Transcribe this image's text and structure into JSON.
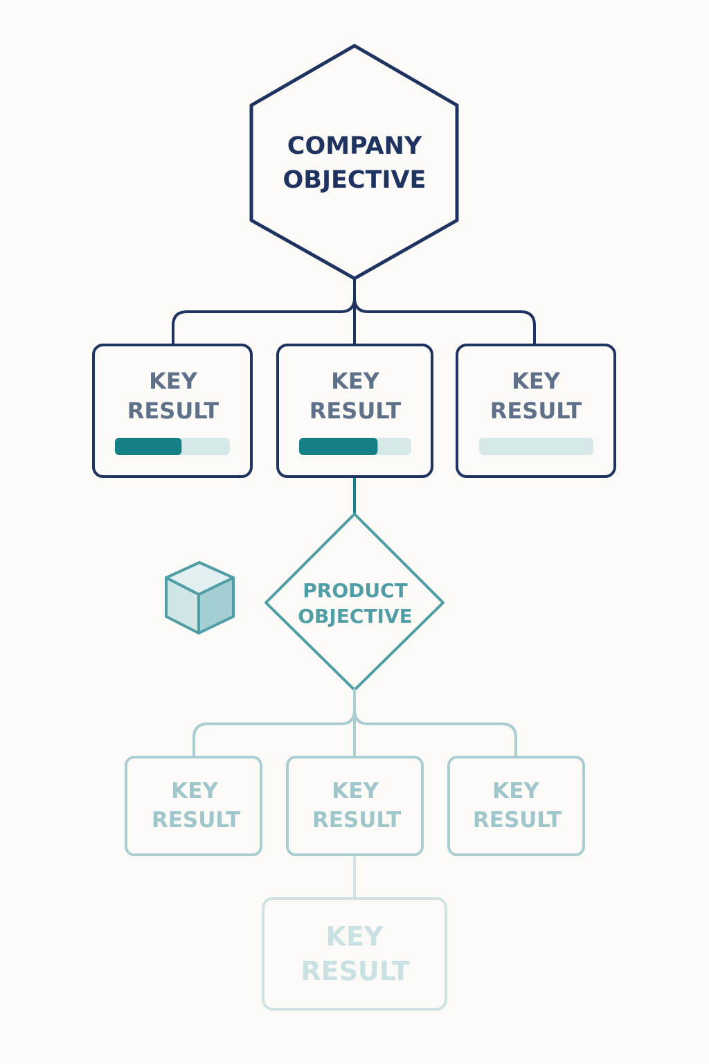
{
  "colors": {
    "background": "#fbfaf7",
    "navy": "#1f3360",
    "slate_text": "#5f7189",
    "teal": "#167f86",
    "teal_light": "#d7e8e9",
    "teal_mid": "#4f9ea6",
    "faded": "#a9cdd1",
    "faded_text": "#9fc6cb",
    "very_faded": "#cfe3e5",
    "very_faded_text": "#c9e1e3"
  },
  "company_objective": {
    "line1": "COMPANY",
    "line2": "OBJECTIVE"
  },
  "company_key_results": [
    {
      "line1": "KEY",
      "line2": "RESULT",
      "progress": 0.58
    },
    {
      "line1": "KEY",
      "line2": "RESULT",
      "progress": 0.7
    },
    {
      "line1": "KEY",
      "line2": "RESULT",
      "progress": 0.0
    }
  ],
  "product_objective": {
    "line1": "PRODUCT",
    "line2": "OBJECTIVE",
    "icon": "cube-icon"
  },
  "product_key_results": [
    {
      "line1": "KEY",
      "line2": "RESULT"
    },
    {
      "line1": "KEY",
      "line2": "RESULT"
    },
    {
      "line1": "KEY",
      "line2": "RESULT"
    }
  ],
  "sub_key_result": {
    "line1": "KEY",
    "line2": "RESULT"
  }
}
